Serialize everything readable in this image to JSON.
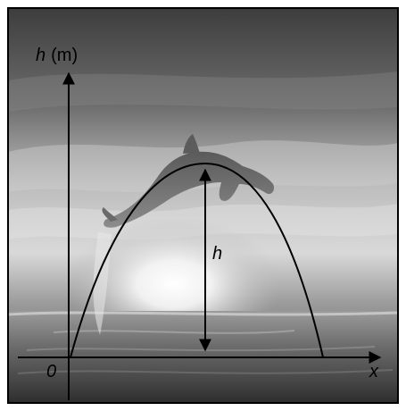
{
  "figure": {
    "y_axis_var": "h",
    "y_axis_unit": "(m)",
    "x_axis_label": "x",
    "origin_label": "0",
    "height_label": "h"
  },
  "colors": {
    "frame": "#000000",
    "sky_top": "#3a3a3a",
    "sky_mid": "#b9b9b9",
    "sun_glow": "#ffffff",
    "sea_top": "#8a8a8a",
    "sea_bottom": "#2c2c2c",
    "dolphin": "#6d6d6d",
    "lines": "#000000"
  }
}
